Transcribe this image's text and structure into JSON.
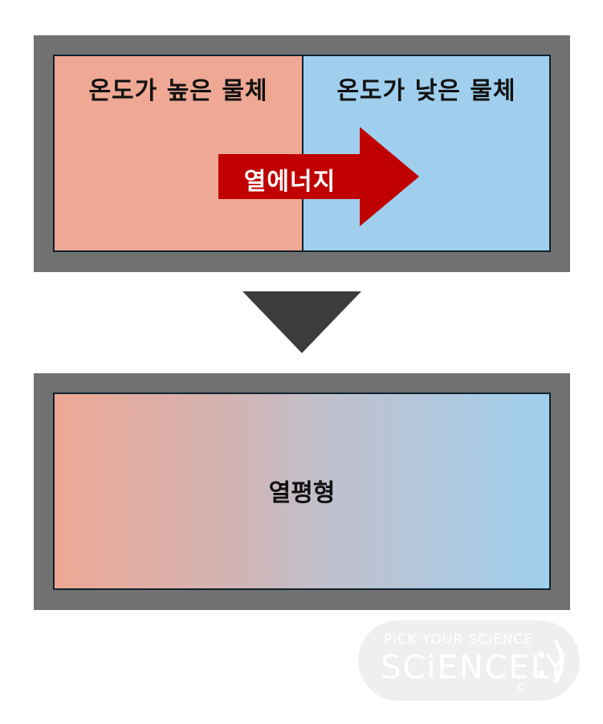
{
  "top_panel": {
    "hot_label": "온도가 높은 물체",
    "cold_label": "온도가 낮은 물체",
    "arrow_label": "열에너지"
  },
  "bottom_panel": {
    "label": "열평형"
  },
  "colors": {
    "frame": "#717171",
    "hot": "#eea894",
    "cold": "#a0cfee",
    "arrow": "#c00000",
    "down_triangle": "#3c3c3c",
    "border": "#10222e"
  },
  "logo": {
    "tagline": "PiCK YOUR SCiENCE",
    "name": "SCiENCELY",
    "smile": ":)",
    "copyright": "©"
  }
}
